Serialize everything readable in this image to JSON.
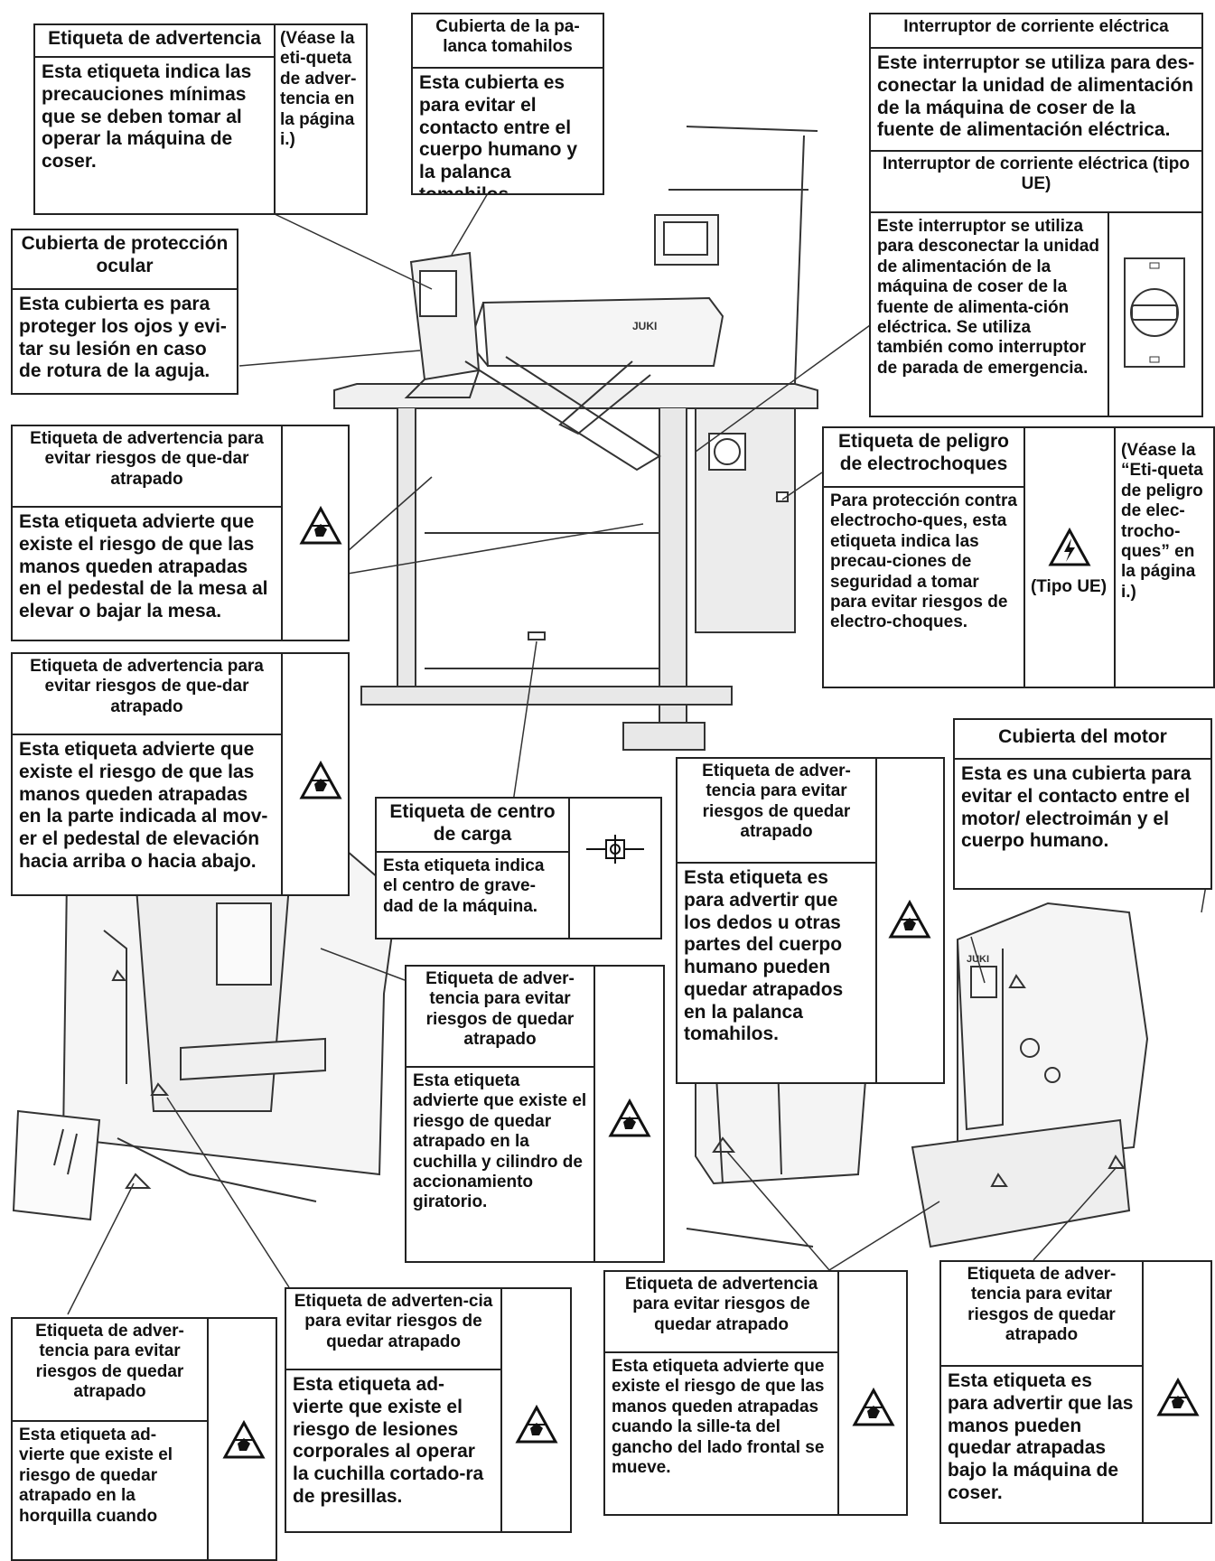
{
  "labels": {
    "warning_label": {
      "title": "Etiqueta de advertencia",
      "body": "Esta etiqueta indica las precauciones mínimas que se deben tomar al operar la máquina de coser.",
      "note": "(Véase la eti-queta de adver-tencia en la página i.)"
    },
    "take_up_cover": {
      "title": "Cubierta de la pa-lanca tomahilos",
      "body": "Esta cubierta es para evitar el contacto entre el cuerpo humano y la palanca tomahilos."
    },
    "power_switch": {
      "title": "Interruptor de corriente eléctrica",
      "body": "Este interruptor se utiliza para des-conectar la unidad de alimentación de la máquina de coser de la fuente de alimentación eléctrica."
    },
    "power_switch_eu": {
      "title": "Interruptor de corriente eléctrica (tipo UE)",
      "body": "Este interruptor se utiliza para desconectar la unidad de alimentación de la máquina de coser de la fuente de alimenta-ción eléctrica. Se utiliza también como interruptor de parada de emergencia."
    },
    "eye_cover": {
      "title": "Cubierta de protección ocular",
      "body": "Esta cubierta es para proteger los ojos y evi-tar su lesión en caso de rotura de la aguja."
    },
    "trap_table": {
      "title": "Etiqueta de advertencia para evitar riesgos de que-dar atrapado",
      "body": "Esta etiqueta advierte que existe el riesgo de que las manos queden atrapadas en el pedestal de la mesa al elevar o bajar la mesa."
    },
    "shock": {
      "title": "Etiqueta de peligro de electrochoques",
      "body": "Para protección contra electrocho-ques, esta etiqueta indica las precau-ciones de seguridad a tomar para evitar riesgos de electro-choques.",
      "tipo": "(Tipo UE)",
      "note": "(Véase la “Eti-queta de peligro de elec-trocho-ques” en la página i.)"
    },
    "trap_pedestal": {
      "title": "Etiqueta de advertencia para evitar riesgos de que-dar atrapado",
      "body": "Esta etiqueta advierte que existe el riesgo de que las manos queden atrapadas en la parte indicada al mov-er el pedestal de elevación hacia arriba o hacia abajo."
    },
    "motor_cover": {
      "title": "Cubierta del motor",
      "body": "Esta es una cubierta para evitar el contacto entre el motor/ electroimán y el cuerpo humano."
    },
    "load_center": {
      "title": "Etiqueta de centro de carga",
      "body": "Esta etiqueta indica el centro de grave-dad de la máquina."
    },
    "trap_take_up": {
      "title": "Etiqueta de adver-tencia para evitar riesgos de quedar atrapado",
      "body": "Esta etiqueta es para advertir que los dedos u otras partes del cuerpo humano pueden quedar atrapados en la palanca tomahilos."
    },
    "trap_knife": {
      "title": "Etiqueta de adver-tencia para evitar riesgos de quedar atrapado",
      "body": "Esta etiqueta advierte que existe el riesgo de quedar atrapado en la cuchilla y cilindro de accionamiento giratorio."
    },
    "trap_fork": {
      "title": "Etiqueta de adver-tencia para evitar riesgos de quedar atrapado",
      "body": "Esta etiqueta ad-vierte que existe el riesgo de quedar atrapado en la horquilla cuando"
    },
    "trap_bartack": {
      "title": "Etiqueta de adverten-cia para evitar riesgos de quedar atrapado",
      "body": "Esta etiqueta ad-vierte que existe el riesgo de lesiones corporales al operar la cuchilla cortado-ra de presillas."
    },
    "trap_hook": {
      "title": "Etiqueta de advertencia para evitar riesgos de quedar atrapado",
      "body": "Esta etiqueta advierte que existe el riesgo de que las manos queden atrapadas cuando la sille-ta del gancho del lado frontal se mueve."
    },
    "trap_under": {
      "title": "Etiqueta de adver-tencia para evitar riesgos de quedar atrapado",
      "body": "Esta etiqueta es para advertir que las manos pueden quedar atrapadas bajo la máquina de coser."
    }
  },
  "machine": {
    "brand": "JUKI"
  }
}
